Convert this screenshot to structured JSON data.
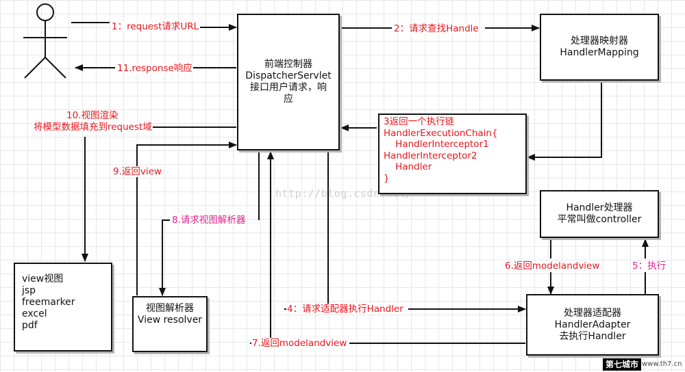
{
  "nodes": {
    "controller": {
      "lines": [
        "前端控制器",
        "DispatcherServlet",
        "接口用户请求，响",
        "应"
      ]
    },
    "mapping": {
      "lines": [
        "处理器映射器",
        "HandlerMapping"
      ]
    },
    "chain": {
      "lines": [
        "3返回一个执行链",
        "HandlerExecutionChain{",
        "    HandlerInterceptor1",
        "HandlerInterceptor2",
        "    Handler",
        "}"
      ]
    },
    "handler": {
      "lines": [
        "Handler处理器",
        "平常叫做controller"
      ]
    },
    "adapter": {
      "lines": [
        "处理器适配器",
        "HandlerAdapter",
        "去执行Handler"
      ]
    },
    "resolver": {
      "lines": [
        "视图解析器",
        "View resolver"
      ]
    },
    "view": {
      "lines": [
        "view视图",
        "jsp",
        "freemarker",
        "excel",
        "pdf"
      ]
    }
  },
  "edges": {
    "e1": "1：request请求URL",
    "e2": "2：请求查找Handle",
    "e4": "4：请求适配器执行Handler",
    "e5": "5：执行",
    "e6": "6.返回modelandview",
    "e7": "7.返回modelandview",
    "e8": "8.请求视图解析器",
    "e9": "9.返回view",
    "e10a": "10.视图渲染",
    "e10b": "将模型数据填充到request域",
    "e11": "11.response响应"
  },
  "watermark": "http://blog.csdn.net/",
  "badge": {
    "main": "第七城市",
    "sub": "www.th7.cn"
  },
  "colors": {
    "step_red": "#e8141b",
    "step_pink": "#e0208a",
    "line": "#111111",
    "grid": "#e7e7e7"
  }
}
